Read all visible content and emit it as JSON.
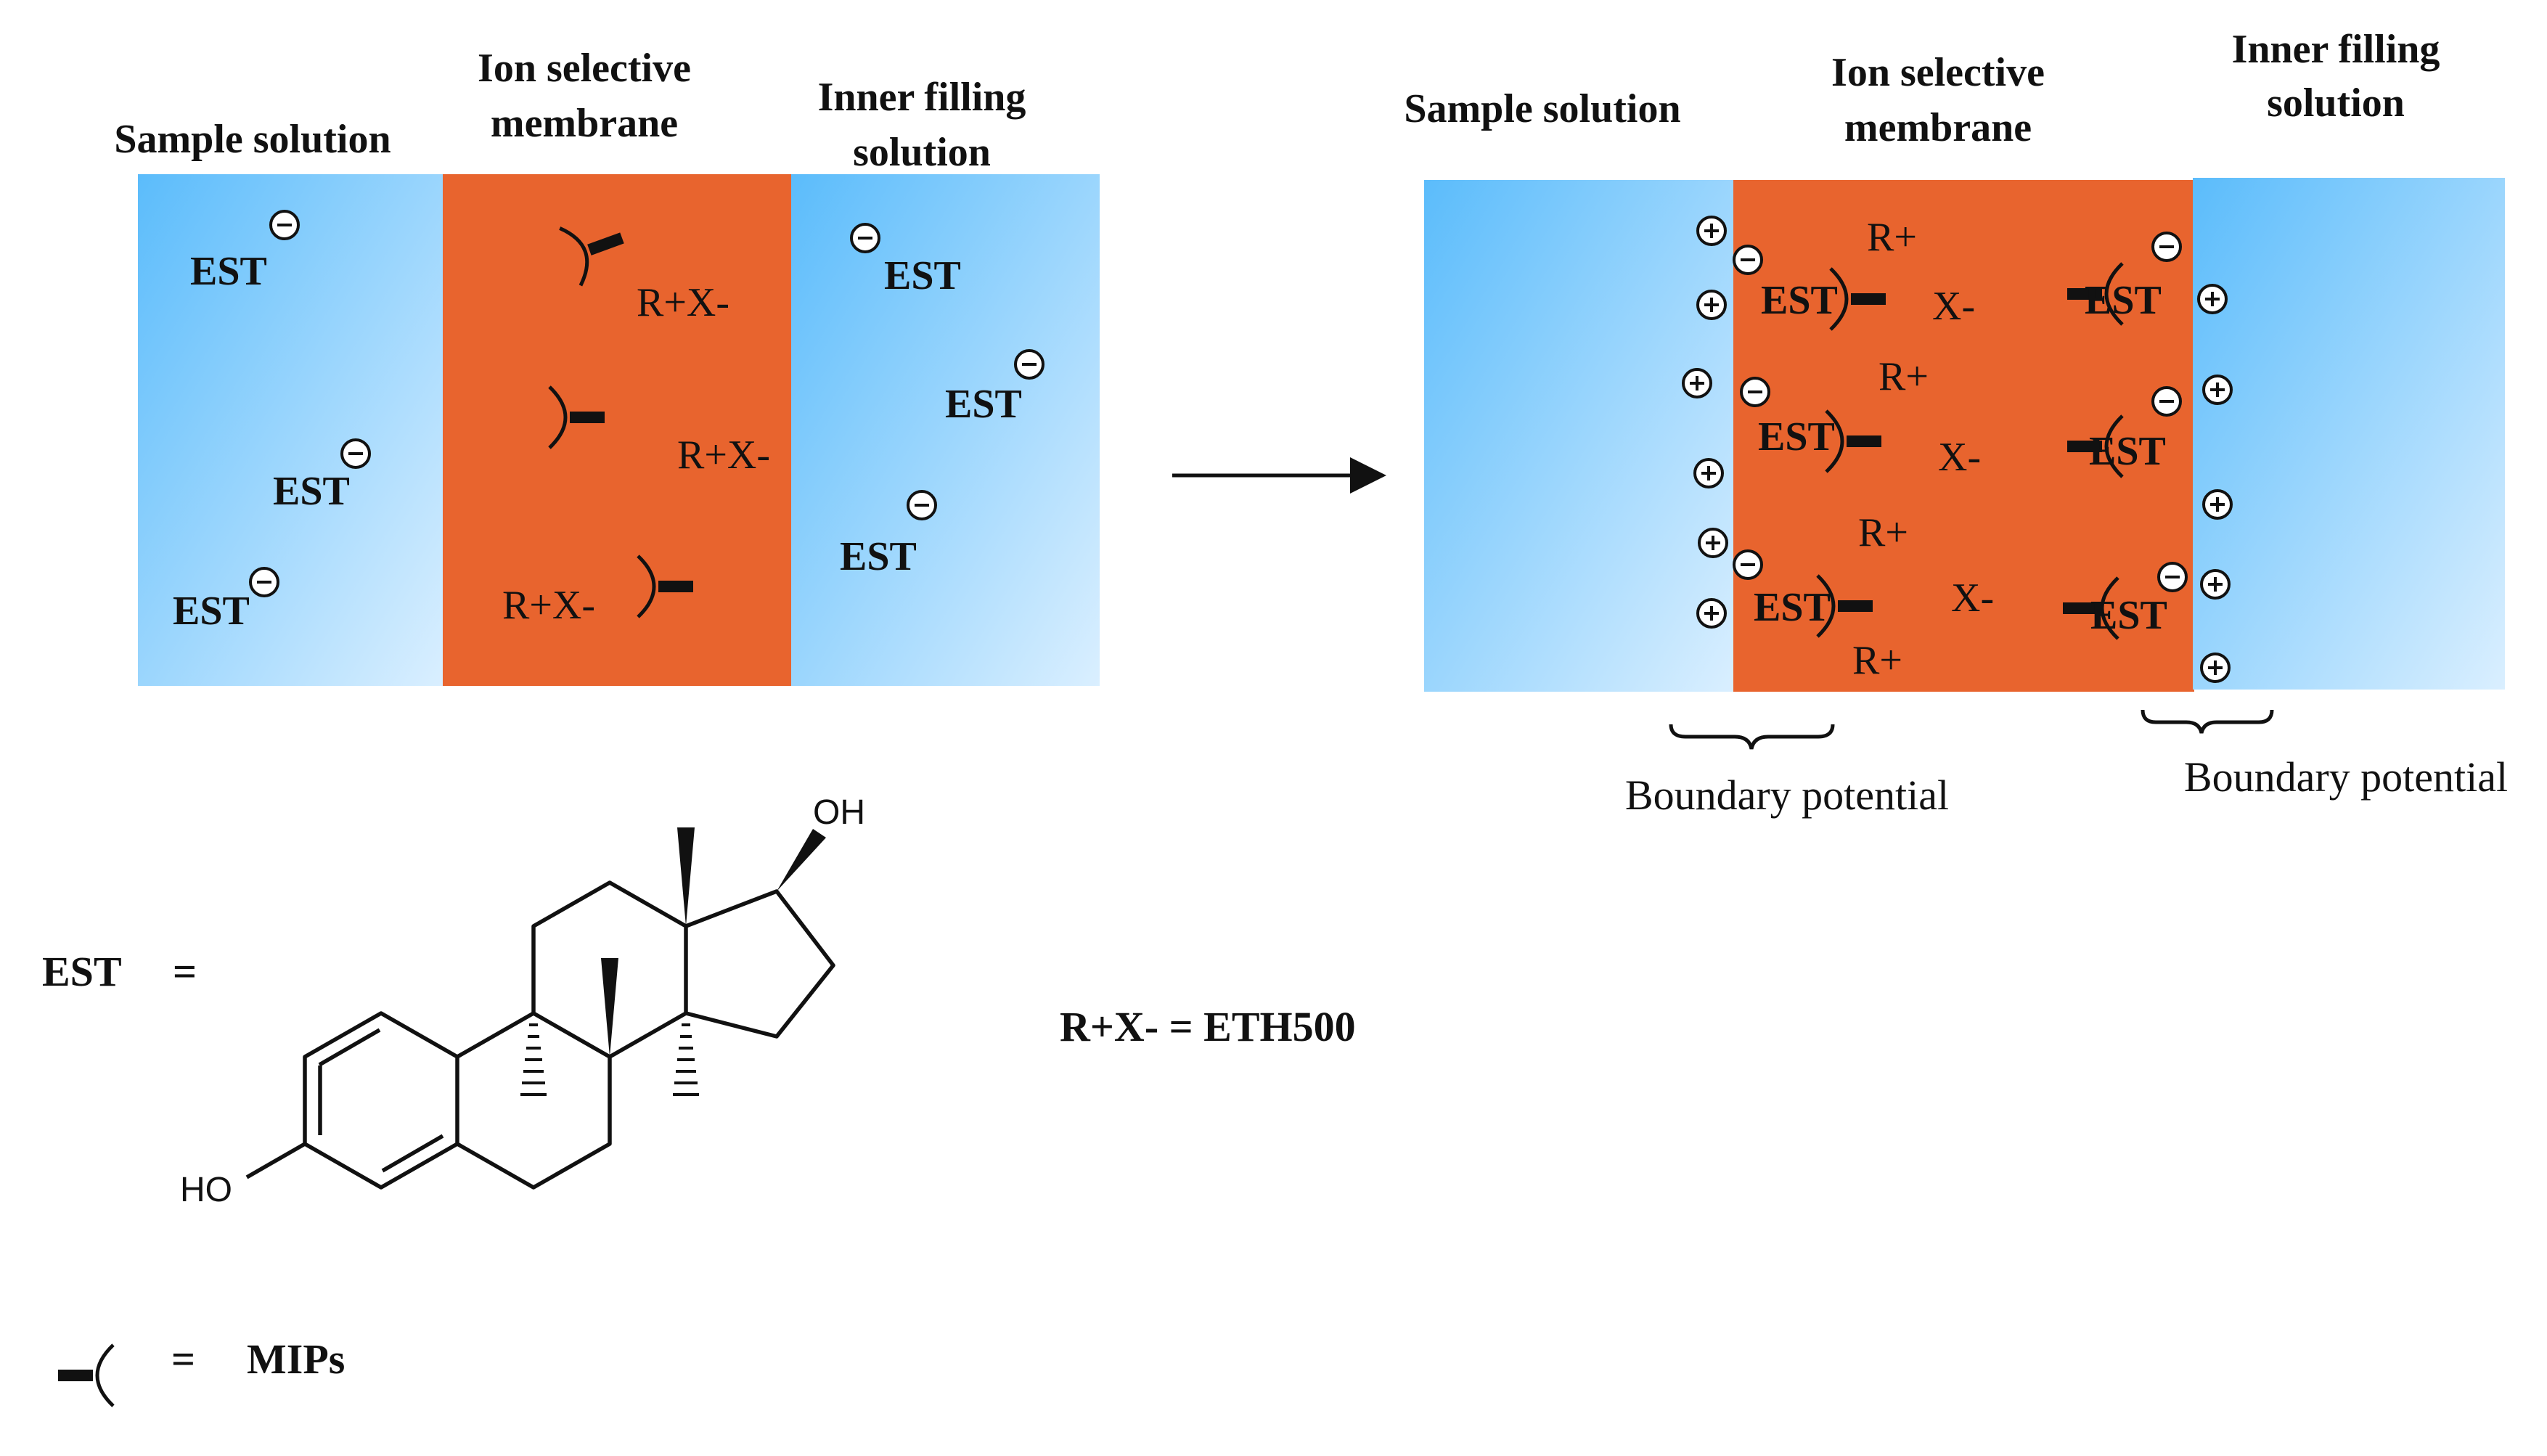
{
  "left_panel": {
    "sample_label": "Sample solution",
    "membrane_label_1": "Ion selective",
    "membrane_label_2": "membrane",
    "inner_label_1": "Inner filling",
    "inner_label_2": "solution",
    "est": "EST",
    "rx": "R+X-"
  },
  "right_panel": {
    "sample_label": "Sample solution",
    "membrane_label_1": "Ion selective",
    "membrane_label_2": "membrane",
    "inner_label_1": "Inner filling",
    "inner_label_2": "solution",
    "est": "EST",
    "r_plus": "R+",
    "x_minus": "X-",
    "boundary_left": "Boundary potential",
    "boundary_right": "Boundary potential"
  },
  "legend": {
    "est_label": "EST",
    "equals": "=",
    "oh_top": "OH",
    "ho_bottom": "HO",
    "eth500": "R+X- = ETH500",
    "mips_equals": "=",
    "mips": "MIPs"
  },
  "colors": {
    "membrane": "#e8642e",
    "solution_dark": "#5bbcfb",
    "solution_light": "#daefff"
  },
  "icons": [
    "minus-circle-icon",
    "plus-circle-icon",
    "mip-receptor-icon",
    "arrow-icon"
  ]
}
